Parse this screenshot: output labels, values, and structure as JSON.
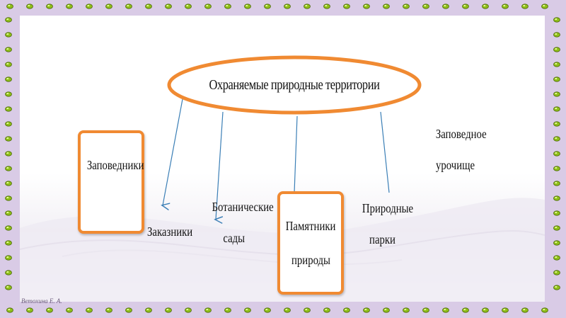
{
  "diagram": {
    "root": "Охраняемые природные территории",
    "nodes": {
      "zapovedniki": "Заповедники",
      "zakazniki": "Заказники",
      "botanic_line1": "Ботанические",
      "botanic_line2": "сады",
      "pamyatniki_line1": "Памятники",
      "pamyatniki_line2": "природы",
      "parki_line1": "Природные",
      "parki_line2": "парки",
      "urochishche_line1": "Заповедное",
      "urochishche_line2": "урочище"
    }
  },
  "footer": {
    "author": "Ветохина Е. А."
  },
  "colors": {
    "frame": "#d9cbe6",
    "bead": "#8fbf1a",
    "accent": "#f08a32",
    "arrow": "#3b7fb6"
  }
}
